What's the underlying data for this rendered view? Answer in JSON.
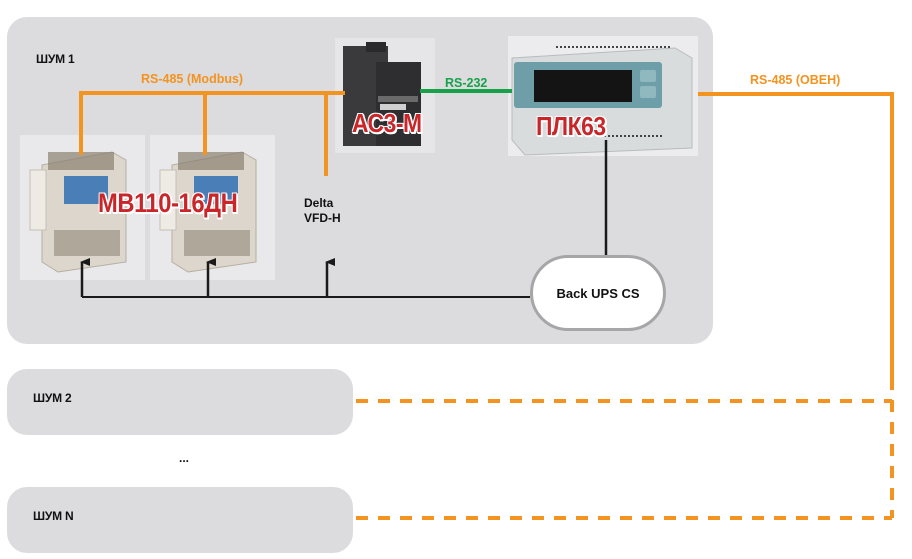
{
  "colors": {
    "rs485": "#f39320",
    "rs232": "#17a24a",
    "power": "#1a1a1a",
    "panel_bg": "#dcdcde",
    "device_label": "#c9262a"
  },
  "panels": [
    {
      "id": "shum1",
      "label": "ШУМ 1"
    },
    {
      "id": "shum2",
      "label": "ШУМ 2"
    },
    {
      "id": "shumN",
      "label": "ШУМ N"
    }
  ],
  "ellipsis": "...",
  "wires": {
    "rs485_modbus": "RS-485 (Modbus)",
    "rs232": "RS-232",
    "rs485_oven": "RS-485 (ОВЕН)"
  },
  "devices": {
    "mv110": {
      "label": "МВ110-16ДН",
      "count": 2
    },
    "ac3m": {
      "label": "АС3-М"
    },
    "plc63": {
      "label": "ПЛК63"
    },
    "vfd": {
      "label_line1": "Delta",
      "label_line2": "VFD-H"
    },
    "ups": {
      "label": "Back UPS CS"
    }
  }
}
